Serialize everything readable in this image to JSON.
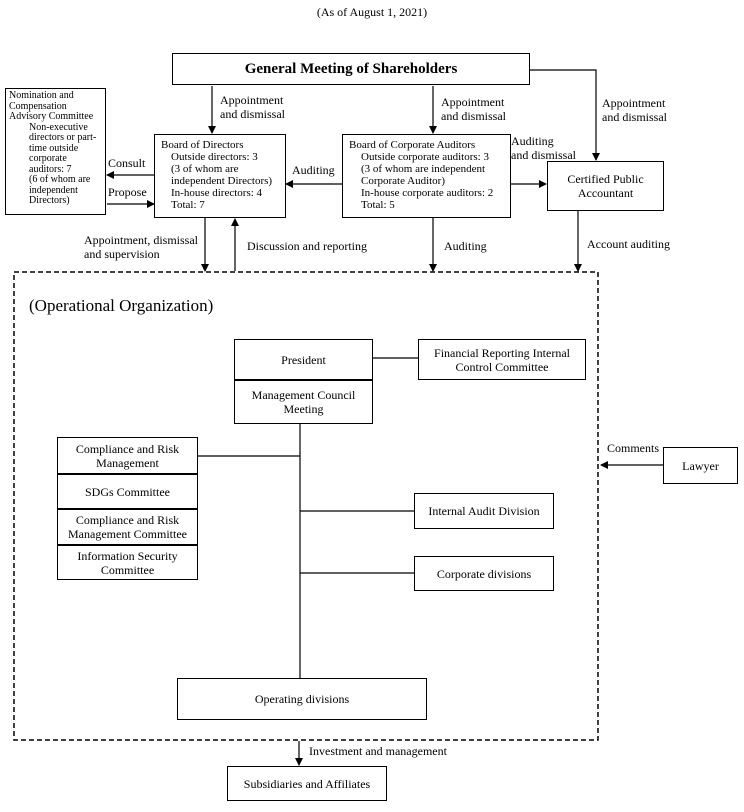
{
  "date_note": "(As of August 1, 2021)",
  "shareholders": "General Meeting of Shareholders",
  "labels": {
    "appointment_dismissal_1": [
      "Appointment",
      "and dismissal"
    ],
    "appointment_dismissal_2": [
      "Appointment",
      "and dismissal"
    ],
    "appointment_dismissal_3": [
      "Appointment",
      "and dismissal"
    ],
    "auditing_and_dismissal": [
      "Auditing",
      "and dismissal"
    ],
    "consult": "Consult",
    "propose": "Propose",
    "auditing_left": "Auditing",
    "appointment_supervision": [
      "Appointment, dismissal",
      "and supervision"
    ],
    "discussion_reporting": "Discussion and reporting",
    "auditing_down": "Auditing",
    "account_auditing": "Account auditing",
    "comments": "Comments",
    "investment_management": "Investment and management"
  },
  "nomination": {
    "title": [
      "Nomination and",
      "Compensation",
      "Advisory Committee"
    ],
    "details": [
      "Non-executive",
      "directors or part-",
      "time outside",
      "corporate",
      "auditors: 7",
      "(6 of whom are",
      "independent",
      "Directors)"
    ]
  },
  "board_directors": {
    "title": "Board of Directors",
    "lines": [
      "Outside directors: 3",
      "(3 of whom are",
      "independent Directors)",
      "In-house directors: 4",
      "Total: 7"
    ]
  },
  "board_auditors": {
    "title": "Board of Corporate Auditors",
    "lines": [
      "Outside corporate auditors: 3",
      "(3 of whom are independent",
      "Corporate Auditor)",
      "In-house corporate auditors: 2",
      "Total: 5"
    ]
  },
  "cpa": [
    "Certified Public",
    "Accountant"
  ],
  "operational_title": "(Operational Organization)",
  "president": "President",
  "fric": [
    "Financial Reporting Internal",
    "Control Committee"
  ],
  "mgmt_council": [
    "Management Council",
    "Meeting"
  ],
  "left_stack": {
    "compliance_risk_mgmt": [
      "Compliance and Risk",
      "Management"
    ],
    "sdgs": "SDGs Committee",
    "compliance_risk_committee": [
      "Compliance and Risk",
      "Management Committee"
    ],
    "infosec": [
      "Information Security",
      "Committee"
    ]
  },
  "internal_audit": "Internal Audit Division",
  "corporate_divisions": "Corporate divisions",
  "operating_divisions": "Operating divisions",
  "lawyer": "Lawyer",
  "subsidiaries": "Subsidiaries and Affiliates"
}
